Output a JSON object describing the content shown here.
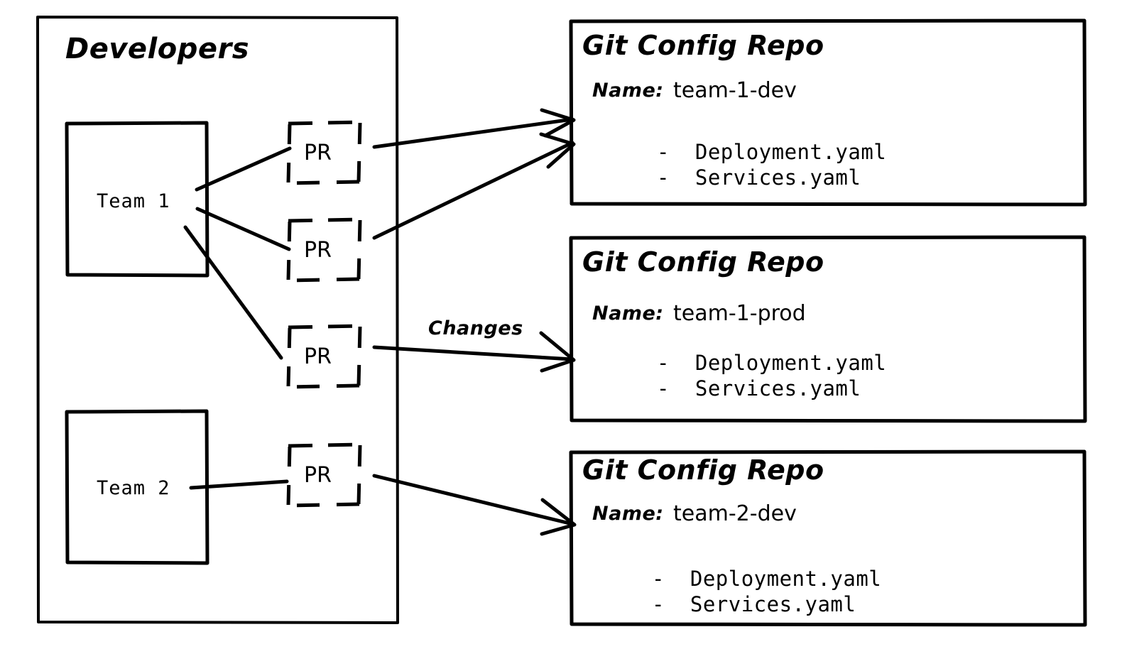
{
  "diagram": {
    "title": "Developers",
    "changes_label": "Changes",
    "teams": [
      {
        "label": "Team 1"
      },
      {
        "label": "Team 2"
      }
    ],
    "pull_requests": [
      {
        "label": "PR"
      },
      {
        "label": "PR"
      },
      {
        "label": "PR"
      },
      {
        "label": "PR"
      }
    ],
    "repos": [
      {
        "heading": "Git Config Repo",
        "name_label": "Name:",
        "name_value": "team-1-dev",
        "files": [
          "-  Deployment.yaml",
          "-  Services.yaml"
        ]
      },
      {
        "heading": "Git Config Repo",
        "name_label": "Name:",
        "name_value": "team-1-prod",
        "files": [
          "-  Deployment.yaml",
          "-  Services.yaml"
        ]
      },
      {
        "heading": "Git Config Repo",
        "name_label": "Name:",
        "name_value": "team-2-dev",
        "files": [
          "-  Deployment.yaml",
          "-  Services.yaml"
        ]
      }
    ],
    "colors": {
      "stroke": "#000000",
      "background": "#ffffff"
    }
  }
}
